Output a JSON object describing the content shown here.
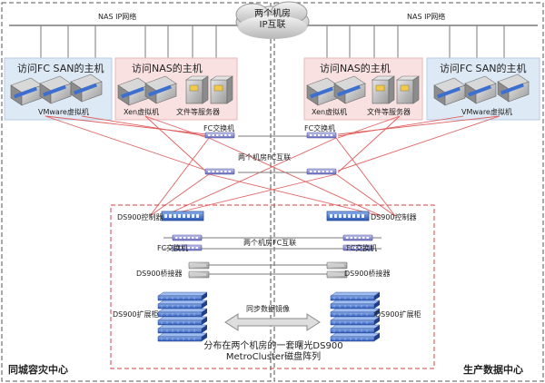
{
  "cloud_label": "两个机房\nIP互联",
  "nas_ip_left": "NAS IP网络",
  "nas_ip_right": "NAS IP网络",
  "left_site": {
    "fc_san_title": "访问FC SAN的主机",
    "nas_title": "访问NAS的主机",
    "vmware_label": "VMware虚拟机",
    "xen_label": "Xen虚拟机",
    "file_server_label": "文件等服务器",
    "fc_switch_label": "FC交换机",
    "ds900_controller_label": "DS900控制器",
    "fc_switch2_label": "FC交换机",
    "bridge_label": "DS900桥接器",
    "shelf_label": "DS900扩展柜",
    "site_name": "同城容灾中心"
  },
  "right_site": {
    "fc_san_title": "访问FC SAN的主机",
    "nas_title": "访问NAS的主机",
    "vmware_label": "VMware虚拟机",
    "xen_label": "Xen虚拟机",
    "file_server_label": "文件等服务器",
    "fc_switch_label": "FC交换机",
    "ds900_controller_label": "DS900控制器",
    "fc_switch2_label": "FC交换机",
    "bridge_label": "DS900桥接器",
    "shelf_label": "DS900扩展柜",
    "site_name": "生产数据中心"
  },
  "fc_interconnect_top": "两个机房FC互联",
  "fc_interconnect_bottom": "两个机房FC互联",
  "sync_label": "同步数据镜像",
  "cluster_label": "分布在两个机房的一套曙光DS900\nMetroCluster磁盘阵列",
  "colors": {
    "line_red": "#e06060",
    "line_gray": "#7a7a7a",
    "dashed_red": "#d04040",
    "panel_blue": "#dde9f5",
    "panel_pink": "#f9e1e1",
    "device_blue": "#3d6fd0"
  }
}
